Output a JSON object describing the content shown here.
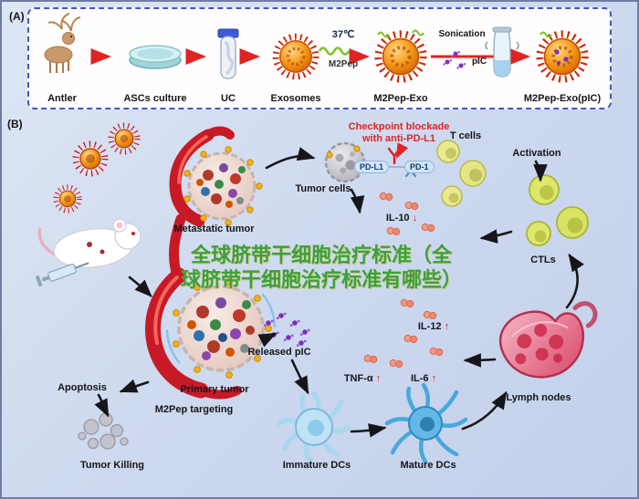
{
  "figure": {
    "panel_a_tag": "(A)",
    "panel_b_tag": "(B)"
  },
  "panel_a": {
    "steps": [
      {
        "label": "Antler"
      },
      {
        "label": "ASCs culture"
      },
      {
        "label": "UC"
      },
      {
        "label": "Exosomes"
      },
      {
        "label": "M2Pep-Exo"
      },
      {
        "label": "M2Pep-Exo(pIC)"
      }
    ],
    "annotations": {
      "temperature": "37℃",
      "m2pep": "M2Pep",
      "sonication": "Sonication",
      "pic": "pIC"
    }
  },
  "panel_b": {
    "labels": {
      "metastatic_tumor": "Metastatic tumor",
      "checkpoint_line1": "Checkpoint blockade",
      "checkpoint_line2": "with anti-PD-L1",
      "tumor_cells": "Tumor cells",
      "pdl1": "PD-L1",
      "pd1": "PD-1",
      "t_cells": "T cells",
      "activation": "Activation",
      "ctls": "CTLs",
      "released_pic": "Released pIC",
      "primary_tumor": "Primary tumor",
      "m2pep_targeting": "M2Pep targeting",
      "apoptosis": "Apoptosis",
      "tumor_killing": "Tumor Killing",
      "immature_dcs": "Immature DCs",
      "mature_dcs": "Mature DCs",
      "lymph_nodes": "Lymph nodes"
    },
    "cytokines": {
      "il10": {
        "name": "IL-10",
        "arrow": "↓"
      },
      "il12": {
        "name": "IL-12",
        "arrow": "↑"
      },
      "tnfa": {
        "name": "TNF-α",
        "arrow": "↑"
      },
      "il6": {
        "name": "IL-6",
        "arrow": "↑"
      }
    },
    "watermark": {
      "line1": "全球脐带干细胞治疗标准（全",
      "line2": "球脐带干细胞治疗标准有哪些）"
    }
  },
  "colors": {
    "accent_red": "#e8232a",
    "exosome_orange": "#f5920f",
    "watermark_green": "#3da03d",
    "background": "#ccd8ee"
  }
}
